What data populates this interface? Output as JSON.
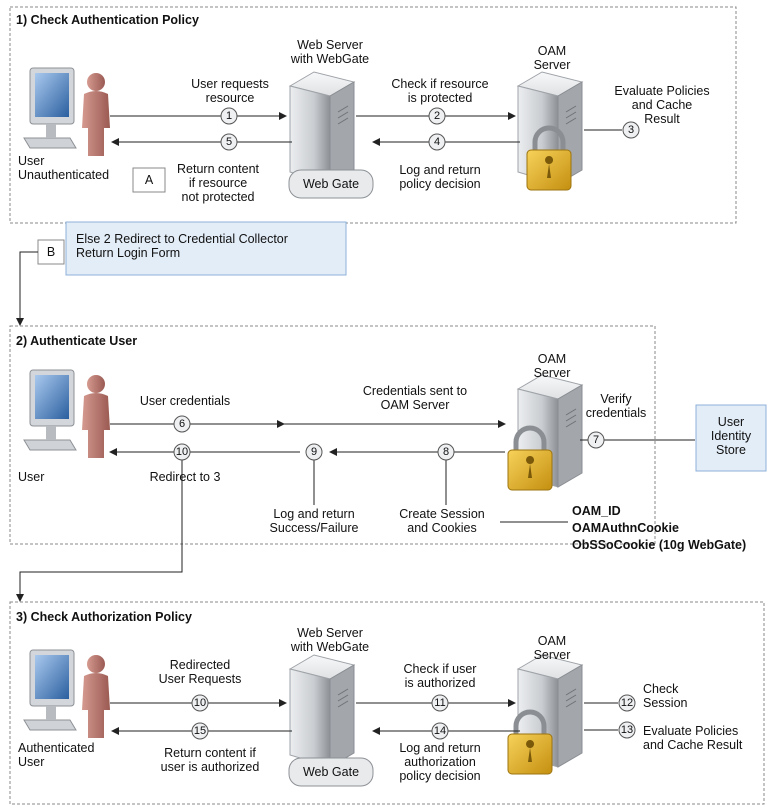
{
  "sections": {
    "s1_title": "1) Check Authentication Policy",
    "s2_title": "2) Authenticate User",
    "s3_title": "3) Check Authorization Policy"
  },
  "s1": {
    "webserver": "Web Server\nwith WebGate",
    "oam": "OAM\nServer",
    "user_requests": "User requests\nresource",
    "check_protected": "Check if resource\nis protected",
    "evaluate": "Evaluate Policies\nand Cache\nResult",
    "user_label": "User\nUnauthenticated",
    "box_a": "A",
    "return_content": "Return content\nif resource\nnot protected",
    "webgate": "Web Gate",
    "log_return": "Log and return\npolicy decision",
    "n1": "1",
    "n2": "2",
    "n3": "3",
    "n4": "4",
    "n5": "5",
    "box_b": "B",
    "else_text": "Else 2 Redirect to Credential Collector\nReturn Login Form"
  },
  "s2": {
    "oam": "OAM\nServer",
    "user_creds": "User credentials",
    "creds_sent": "Credentials sent to\nOAM Server",
    "verify": "Verify\ncredentials",
    "identity_store": "User\nIdentity\nStore",
    "user_label": "User",
    "redirect": "Redirect to 3",
    "log_return": "Log and return\nSuccess/Failure",
    "create_session": "Create Session\nand Cookies",
    "cookie1": "OAM_ID",
    "cookie2": "OAMAuthnCookie",
    "cookie3": "ObSSoCookie (10g WebGate)",
    "n6": "6",
    "n7": "7",
    "n8": "8",
    "n9": "9",
    "n10": "10"
  },
  "s3": {
    "webserver": "Web Server\nwith WebGate",
    "oam": "OAM\nServer",
    "redirected": "Redirected\nUser Requests",
    "check_auth": "Check if user\nis authorized",
    "check_session": "Check\nSession",
    "evaluate": "Evaluate Policies\nand Cache Result",
    "user_label": "Authenticated\nUser",
    "return_content": "Return content if\nuser is authorized",
    "webgate": "Web Gate",
    "log_return": "Log and return\nauthorization\npolicy decision",
    "n10": "10",
    "n11": "11",
    "n12": "12",
    "n13": "13",
    "n14": "14",
    "n15": "15"
  },
  "colors": {
    "box_blue": "#e3edf8",
    "box_border": "#8fb0d8",
    "lock_gold": "#e6b62a",
    "server_grey": "#c9ccd0"
  }
}
